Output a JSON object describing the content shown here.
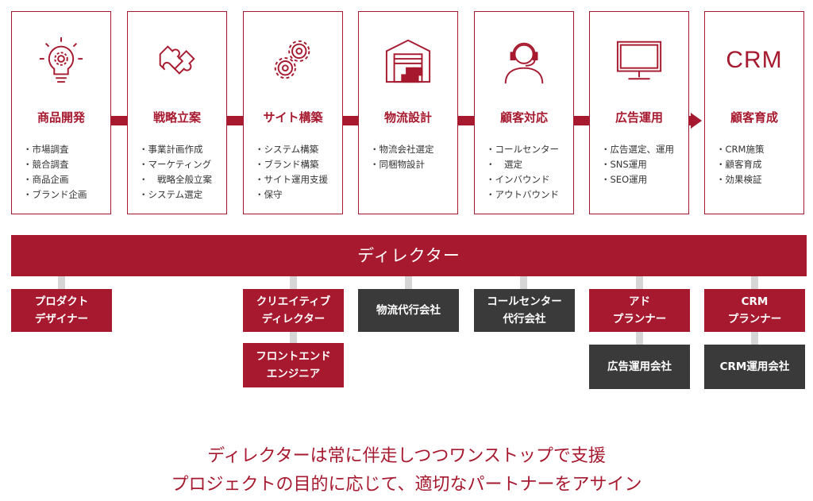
{
  "steps": [
    {
      "title": "商品開発",
      "icon": "lightbulb-gear-icon",
      "items": [
        "市場調査",
        "競合調査",
        "商品企画",
        "ブランド企画"
      ]
    },
    {
      "title": "戦略立案",
      "icon": "puzzle-icon",
      "items": [
        "事業計画作成",
        "マーケティング",
        "戦略全般立案",
        "システム選定"
      ]
    },
    {
      "title": "サイト構築",
      "icon": "gears-icon",
      "items": [
        "システム構築",
        "ブランド構築",
        "サイト運用支援",
        "保守"
      ]
    },
    {
      "title": "物流設計",
      "icon": "warehouse-icon",
      "items": [
        "物流会社選定",
        "同梱物設計"
      ]
    },
    {
      "title": "顧客対応",
      "icon": "headset-operator-icon",
      "items": [
        "コールセンター",
        "選定",
        "インバウンド",
        "アウトバウンド"
      ]
    },
    {
      "title": "広告運用",
      "icon": "monitor-icon",
      "items": [
        "広告選定、運用",
        "SNS運用",
        "SEO運用"
      ]
    },
    {
      "title": "顧客育成",
      "icon_text": "CRM",
      "items": [
        "CRM施策",
        "顧客育成",
        "効果検証"
      ]
    }
  ],
  "director": "ディレクター",
  "roles": {
    "product_designer": [
      "プロダクト",
      "デザイナー"
    ],
    "creative_director": [
      "クリエイティブ",
      "ディレクター"
    ],
    "frontend_engineer": [
      "フロントエンド",
      "エンジニア"
    ],
    "logistics_agency": [
      "物流代行会社"
    ],
    "callcenter_agency": [
      "コールセンター",
      "代行会社"
    ],
    "ad_planner": [
      "アド",
      "プランナー"
    ],
    "ad_agency": [
      "広告運用会社"
    ],
    "crm_planner": [
      "CRM",
      "プランナー"
    ],
    "crm_agency": [
      "CRM運用会社"
    ]
  },
  "footer": {
    "line1": "ディレクターは常に伴走しつつワンストップで支援",
    "line2": "プロジェクトの目的に応じて、適切なパートナーをアサイン"
  },
  "colors": {
    "accent": "#a6192e",
    "dark": "#3a3a3a",
    "connector": "#d6d6d6"
  }
}
